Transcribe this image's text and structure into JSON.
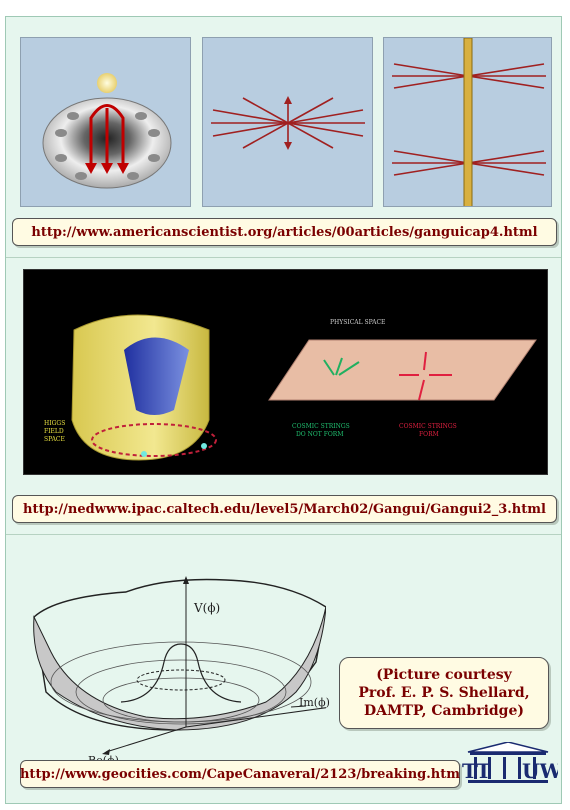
{
  "links": [
    {
      "url": "http://www.americanscientist.org/articles/00articles/ganguicap4.html"
    },
    {
      "url": "http://nedwww.ipac.caltech.edu/level5/March02/Gangui/Gangui2_3.html"
    },
    {
      "url": "http://www.geocities.com/CapeCanaveral/2123/breaking.htm"
    }
  ],
  "figure2": {
    "physical_space": "PHYSICAL SPACE",
    "higgs_label": [
      "HIGGS",
      "FIELD",
      "SPACE"
    ],
    "no_form": [
      "COSMIC STRINGS",
      "DO NOT FORM"
    ],
    "form": [
      "COSMIC STRINGS",
      "FORM"
    ]
  },
  "figure3": {
    "v_axis": "V(ϕ)",
    "im_axis": "Im(ϕ)",
    "re_axis": "Re(ϕ)"
  },
  "courtesy": {
    "line1": "(Picture courtesy",
    "line2": "Prof. E. P. S. Shellard,",
    "line3": "DAMTP, Cambridge)"
  },
  "logo": {
    "left": "TT",
    "right": "UW"
  },
  "colors": {
    "page_bg": "#e6f6ee",
    "link_text": "#7a0000",
    "box_bg": "#fffbe3"
  }
}
